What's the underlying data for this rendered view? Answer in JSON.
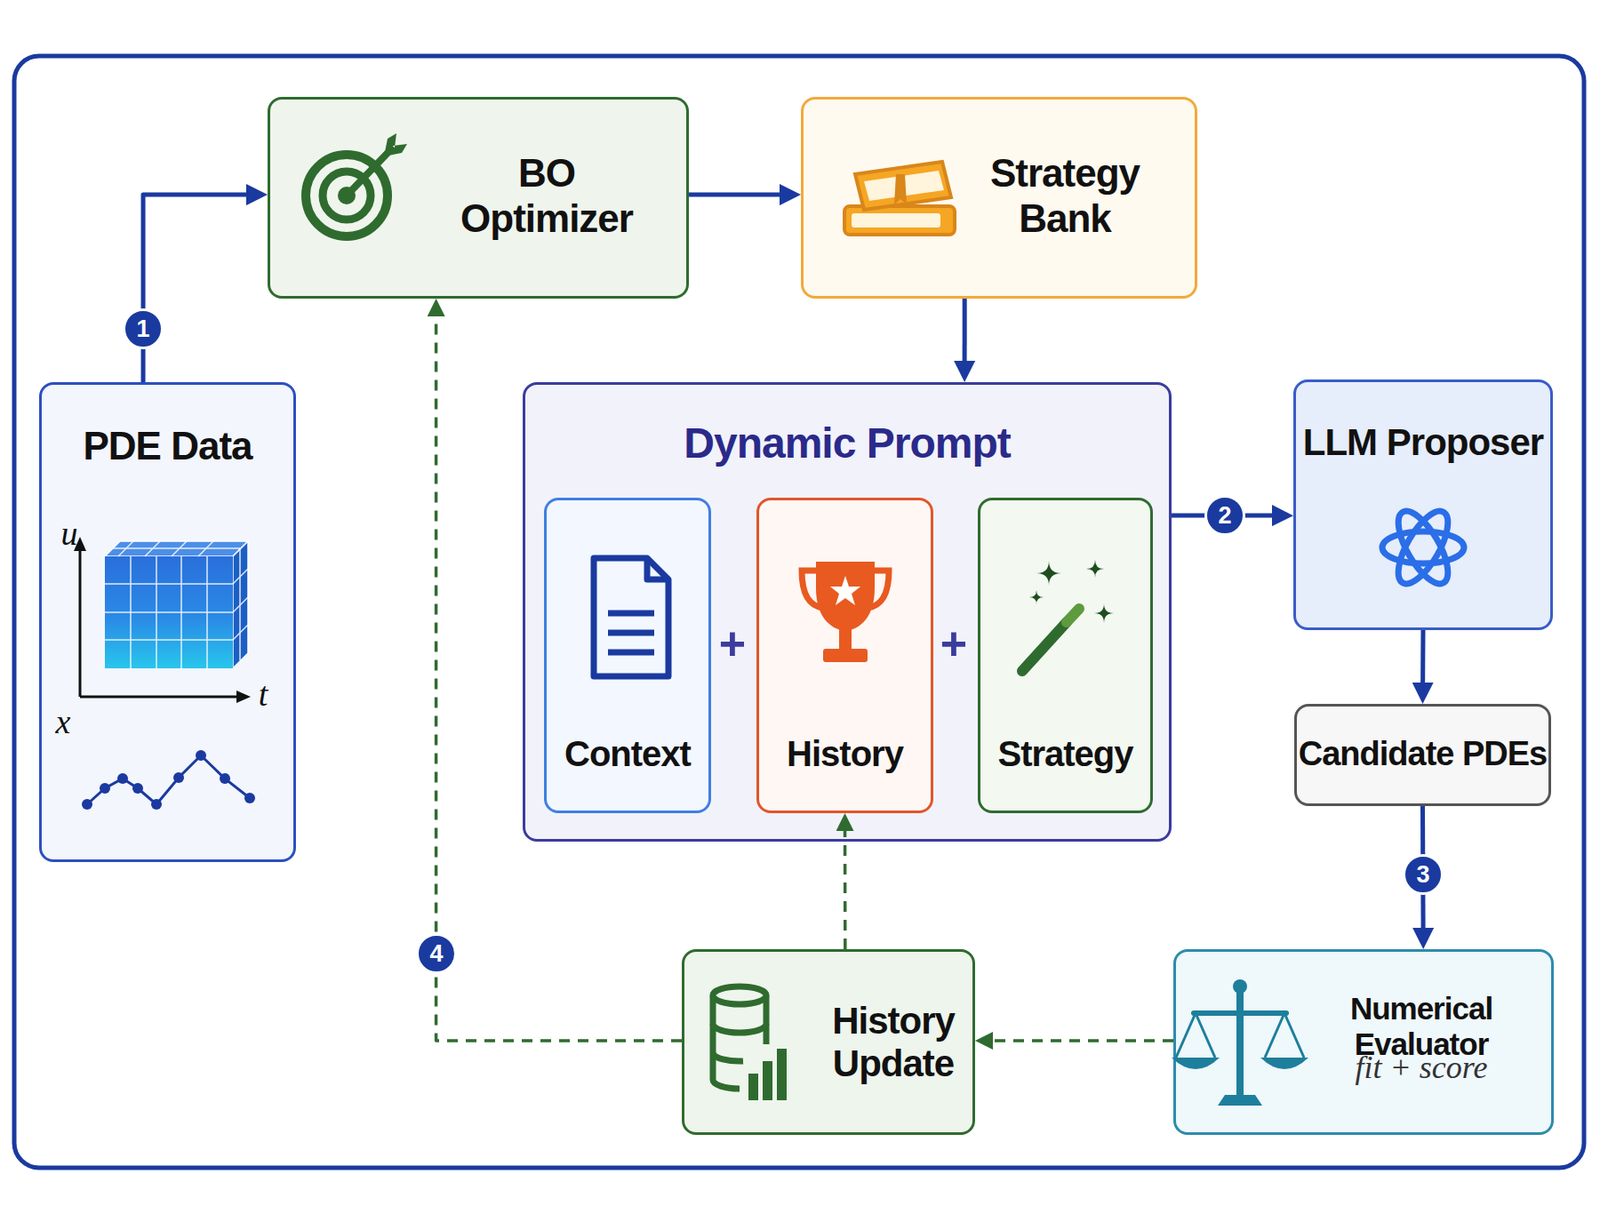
{
  "diagram": {
    "nodes": [
      {
        "text": [
          "BO Optimizer"
        ]
      },
      {
        "text": [
          "Strategy Bank"
        ]
      },
      {
        "text": [
          "PDE Data"
        ]
      },
      {
        "text": [
          "Dynamic Prompt"
        ]
      },
      {
        "text": [
          "Context"
        ],
        "in": 3
      },
      {
        "text": [
          "History"
        ],
        "in": 3
      },
      {
        "text": [
          "Strategy"
        ],
        "in": 3
      },
      {
        "text": [
          "LLM Proposer"
        ]
      },
      {
        "text": [
          "Candidate PDEs"
        ]
      },
      {
        "text": [
          "Numerical Evaluator",
          "fit + score"
        ]
      },
      {
        "text": [
          "History Update"
        ]
      }
    ],
    "edges": [
      {
        "from": 2,
        "to": 0,
        "label": "1",
        "arrow": "to"
      },
      {
        "from": 0,
        "to": 1,
        "arrow": "to"
      },
      {
        "from": 1,
        "to": 3,
        "arrow": "to"
      },
      {
        "from": 3,
        "to": 7,
        "label": "2",
        "arrow": "to"
      },
      {
        "from": 7,
        "to": 8,
        "arrow": "to"
      },
      {
        "from": 8,
        "to": 9,
        "label": "3",
        "arrow": "to"
      },
      {
        "from": 9,
        "to": 10,
        "arrow": "to"
      },
      {
        "from": 10,
        "to": 5,
        "arrow": "to"
      },
      {
        "from": 10,
        "to": 0,
        "label": "4",
        "arrow": "to"
      }
    ],
    "labels": [
      "u",
      "t",
      "x",
      "+",
      "+"
    ]
  }
}
